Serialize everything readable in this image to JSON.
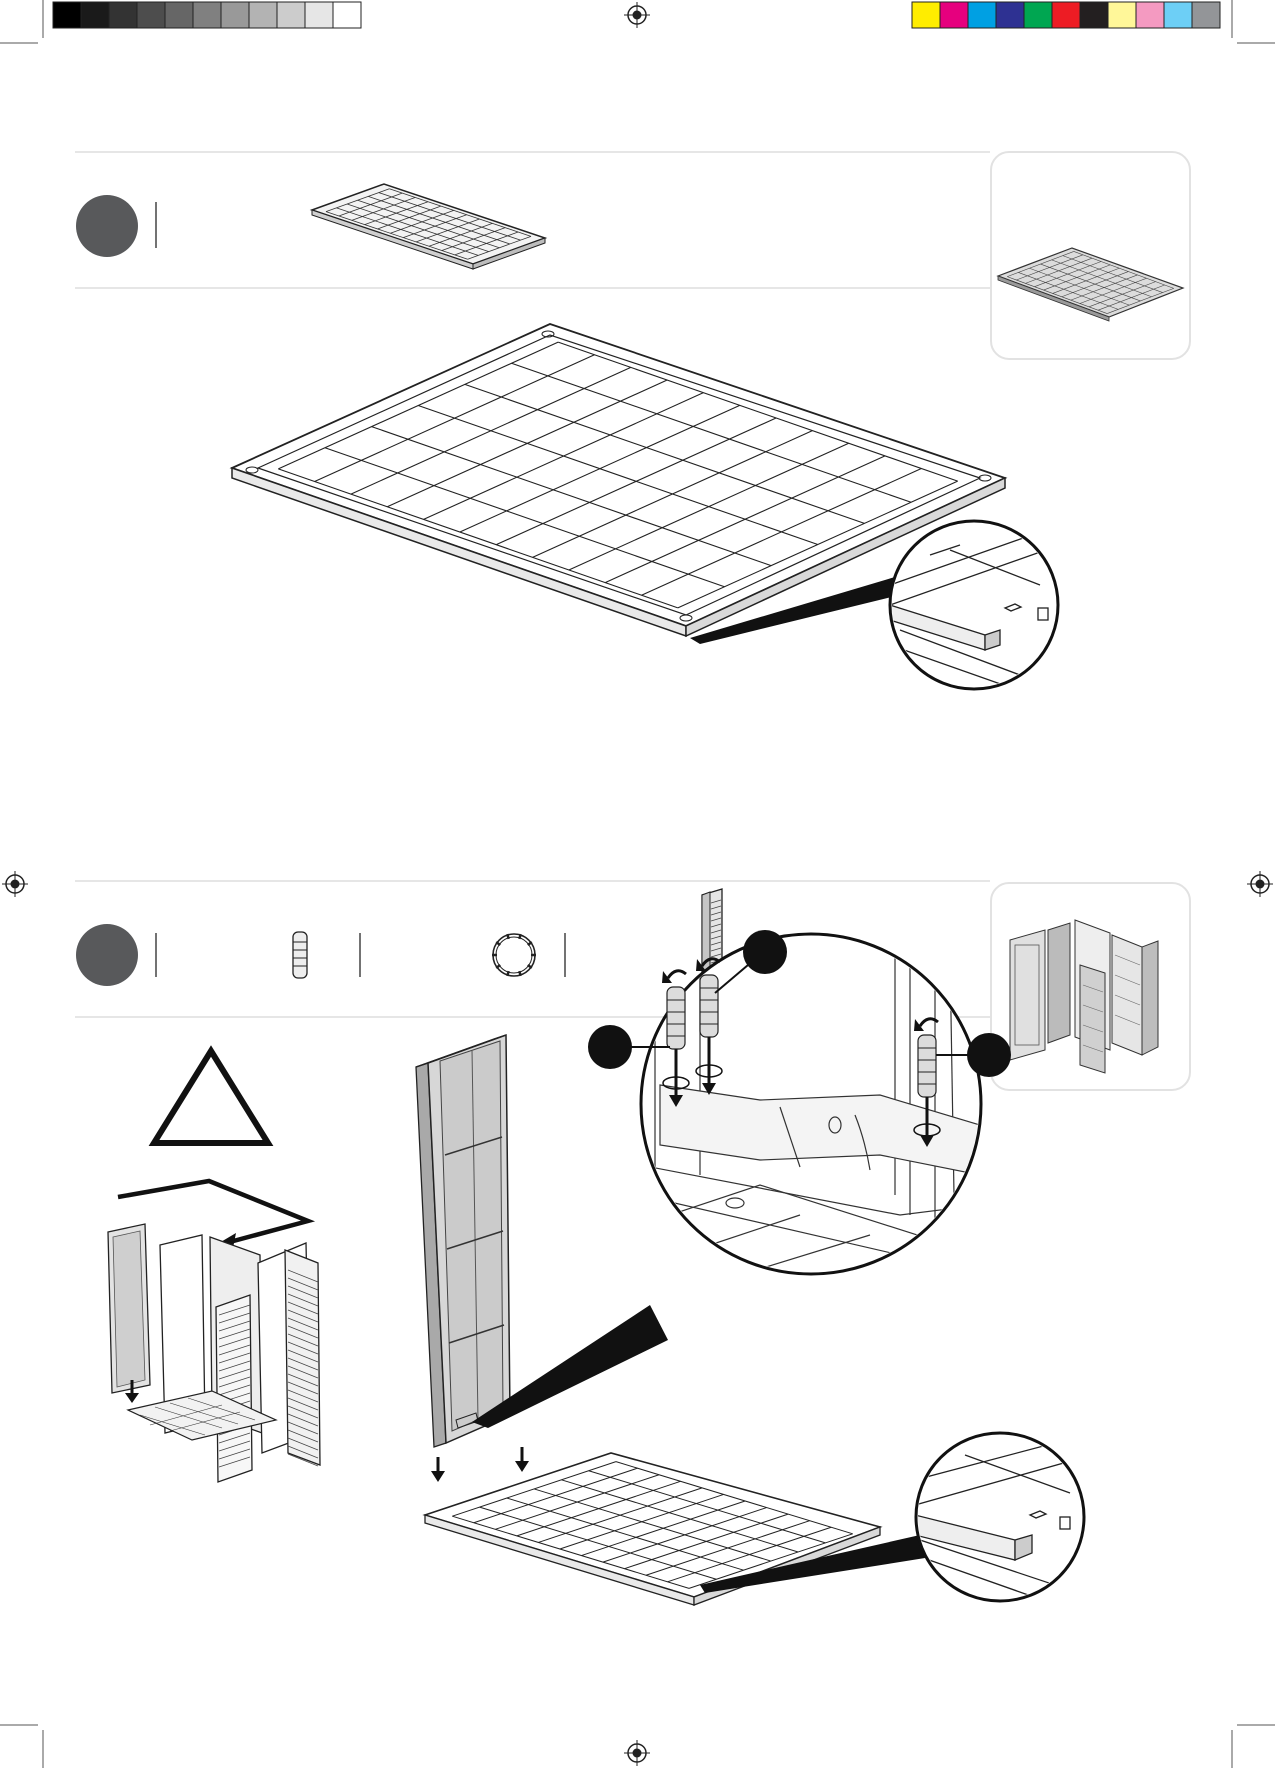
{
  "print_marks": {
    "gray_swatches": [
      "#000000",
      "#1a1a1a",
      "#333333",
      "#4d4d4d",
      "#666666",
      "#808080",
      "#999999",
      "#b3b3b3",
      "#cccccc",
      "#e6e6e6",
      "#ffffff"
    ],
    "color_swatches": [
      "#ffed00",
      "#e6007e",
      "#00a0e3",
      "#2e3192",
      "#00a651",
      "#ed1c24",
      "#231f20",
      "#fff799",
      "#f49ac1",
      "#6dcff6",
      "#939598"
    ]
  },
  "steps": [
    {
      "id": "floor",
      "badge_color": "#58595b",
      "parts": [
        "floor-panel"
      ],
      "preview": "floor-panel"
    },
    {
      "id": "walls",
      "badge_color": "#58595b",
      "parts": [
        "pin-connector",
        "washer-ring",
        "wall-panel"
      ],
      "preview": "shed-walls"
    }
  ],
  "colors": {
    "line": "#222222",
    "panel_fill": "#e9e9e9",
    "panel_shade": "#bdbdbd",
    "divider": "#dddddd",
    "frame": "#e2e2e2"
  }
}
